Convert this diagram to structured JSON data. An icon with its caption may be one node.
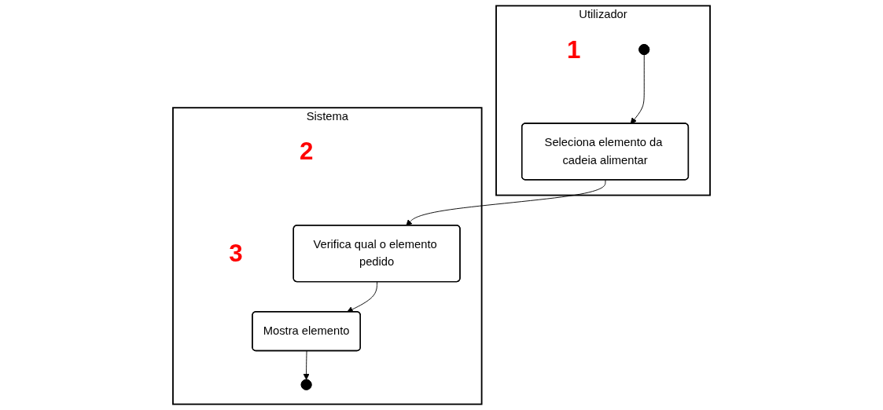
{
  "diagram": {
    "nodes": [
      {
        "text": [
          "Utilizador"
        ]
      },
      {
        "text": [],
        "shape": "circle",
        "in": 0
      },
      {
        "text": [
          "Seleciona elemento da cadeia alimentar"
        ],
        "in": 0,
        "beside": [
          "1"
        ]
      },
      {
        "text": [
          "Sistema"
        ]
      },
      {
        "text": [
          "Verifica qual o elemento pedido"
        ],
        "in": 3,
        "beside": [
          "2"
        ]
      },
      {
        "text": [
          "Mostra elemento"
        ],
        "in": 3,
        "beside": [
          "3"
        ]
      },
      {
        "text": [],
        "shape": "circle",
        "in": 3
      }
    ],
    "edges": [
      {
        "from": 1,
        "to": 2,
        "arrow": "to"
      },
      {
        "from": 2,
        "to": 4,
        "arrow": "to"
      },
      {
        "from": 4,
        "to": 5,
        "arrow": "to"
      },
      {
        "from": 5,
        "to": 6,
        "arrow": "to"
      }
    ]
  }
}
